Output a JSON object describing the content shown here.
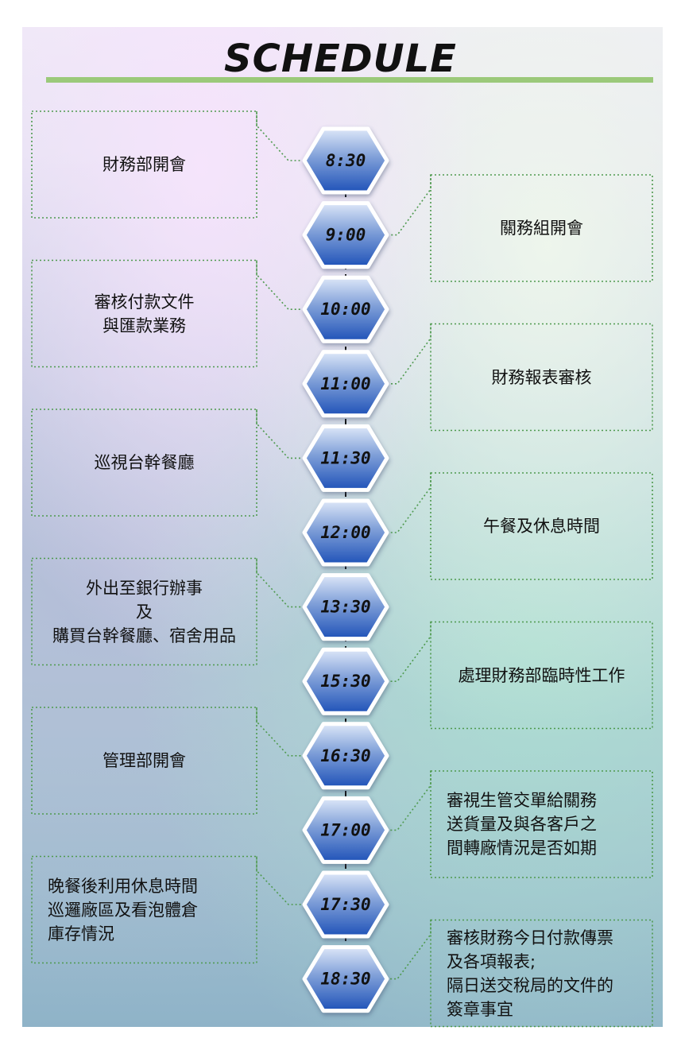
{
  "title": "SCHEDULE",
  "colors": {
    "title_bar": "#9bc97a",
    "dotted_border": "#4f9a4f",
    "node_fill_top": "#dde7f8",
    "node_fill_bottom": "#1f52b8",
    "node_outline": "#ffffff"
  },
  "schedule": [
    {
      "time": "8:30",
      "task": "財務部開會",
      "side": "left"
    },
    {
      "time": "9:00",
      "task": "關務組開會",
      "side": "right"
    },
    {
      "time": "10:00",
      "task": "審核付款文件\n與匯款業務",
      "side": "left"
    },
    {
      "time": "11:00",
      "task": "財務報表審核",
      "side": "right"
    },
    {
      "time": "11:30",
      "task": "巡視台幹餐廳",
      "side": "left"
    },
    {
      "time": "12:00",
      "task": "午餐及休息時間",
      "side": "right"
    },
    {
      "time": "13:30",
      "task": "外出至銀行辦事\n及\n購買台幹餐廳、宿舍用品",
      "side": "left"
    },
    {
      "time": "15:30",
      "task": "處理財務部臨時性工作",
      "side": "right"
    },
    {
      "time": "16:30",
      "task": "管理部開會",
      "side": "left"
    },
    {
      "time": "17:00",
      "task": "審視生管交單給關務\n送貨量及與各客戶之\n間轉廠情況是否如期",
      "side": "right"
    },
    {
      "time": "17:30",
      "task": "晚餐後利用休息時間\n巡邏廠區及看泡體倉\n庫存情況",
      "side": "left"
    },
    {
      "time": "18:30",
      "task": "審核財務今日付款傳票\n及各項報表;\n隔日送交稅局的文件的\n簽章事宜",
      "side": "right"
    }
  ]
}
